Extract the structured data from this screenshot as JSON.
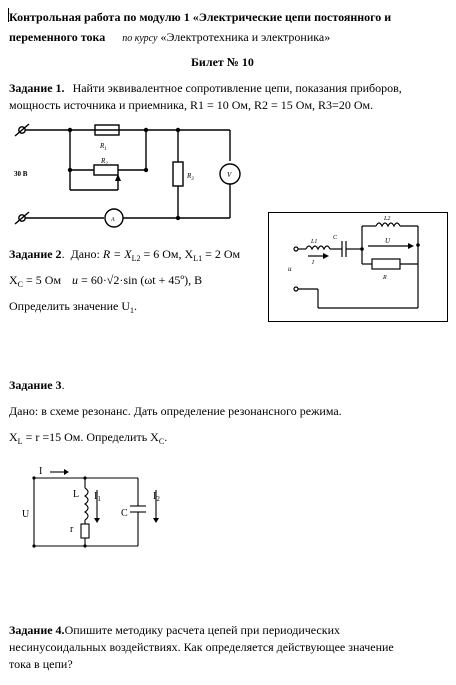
{
  "header": {
    "line1": "Контрольная работа по модулю 1  «Электрические цепи постоянного и",
    "line2_bold": "переменного тока",
    "line2_italic": "по курсу",
    "line2_rest": "«Электротехника и электроника»"
  },
  "ticket": "Билет № 10",
  "task1": {
    "label": "Задание 1.",
    "text1": "Найти эквивалентное сопротивление цепи, показания приборов,",
    "text2": "мощность источника и приемника, R1 = 10 Ом, R2 = 15 Ом, R3=20 Ом.",
    "circuit": {
      "voltage": "30 В",
      "r1": "R",
      "r1_sub": "1",
      "r2": "R",
      "r2_sub": "2",
      "r3": "R",
      "r3_sub": "3",
      "voltmeter": "V",
      "ammeter": "A"
    }
  },
  "task2": {
    "label": "Задание 2",
    "dot": ".",
    "given_prefix": "Дано:",
    "given": "R = X",
    "given_sub1": "L2",
    "given_mid": " = 6 Ом, X",
    "given_sub2": "L1",
    "given_end": " = 2 Ом",
    "line2_a": "X",
    "line2_sub": "C",
    "line2_b": " = 5 Ом",
    "line2_u": "u",
    "line2_expr": " =  60·√2·sin (ωt + 45º), В",
    "line3": "Определить  значение U",
    "line3_sub": "1",
    "line3_end": ".",
    "circuit": {
      "l1": "L1",
      "c": "C",
      "l2": "L2",
      "u_arrow": "U",
      "i_arrow": "I",
      "r": "R",
      "u_left": "u"
    }
  },
  "task3": {
    "label": "Задание 3",
    "dot": ".",
    "line1": "Дано: в схеме резонанс. Дать определение резонансного режима.",
    "line2_a": "X",
    "line2_sub": "L",
    "line2_b": " = r =15 Ом. Определить X",
    "line2_sub2": "C",
    "line2_end": ".",
    "circuit": {
      "i": "I",
      "u": "U",
      "l": "L",
      "i1": "I",
      "i1_sub": "1",
      "i2": "I",
      "i2_sub": "2",
      "c": "C",
      "r": "r"
    }
  },
  "task4": {
    "label": "Задание 4.",
    "line1": "Опишите методику расчета цепей при периодических",
    "line2": "несинусоидальных воздействиях. Как определяется действующее значение",
    "line3": "тока в цепи?"
  }
}
